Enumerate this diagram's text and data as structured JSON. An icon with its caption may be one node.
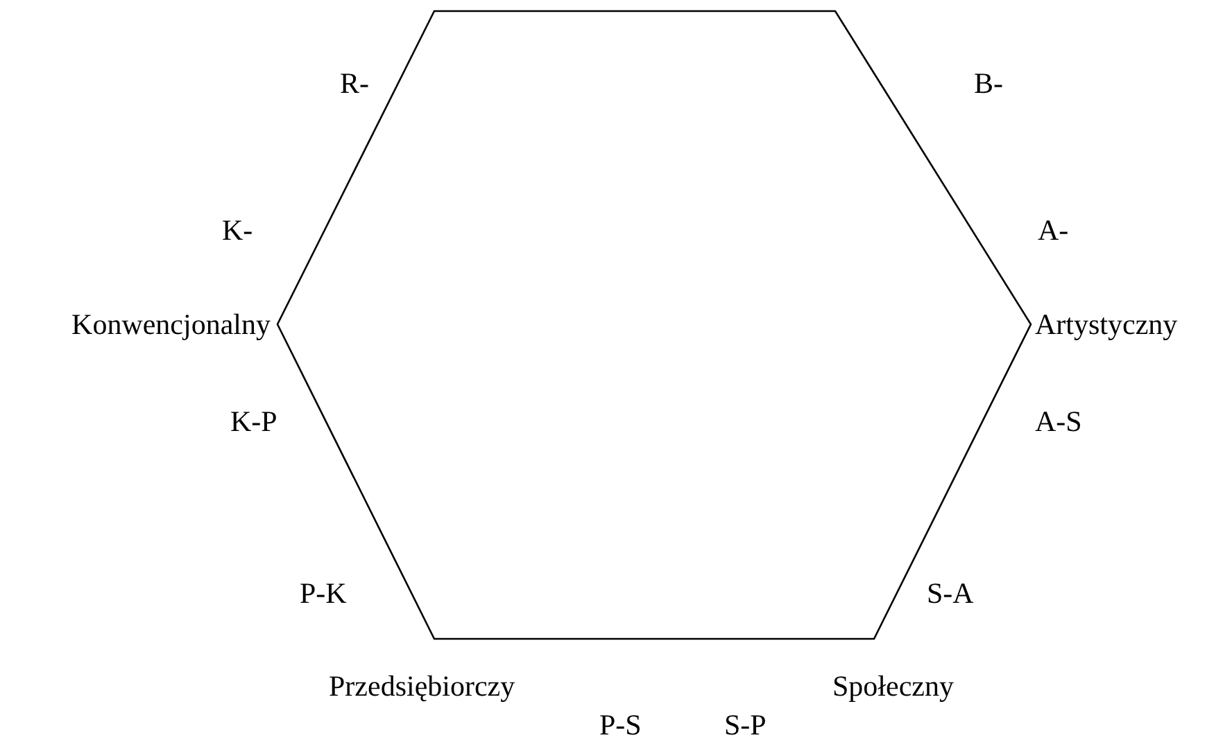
{
  "diagram": {
    "labels": [
      "R-",
      "B-",
      "K-",
      "A-",
      "Konwencjonalny",
      "Artystyczny",
      "K-P",
      "A-S",
      "P-K",
      "S-A",
      "Przedsiębiorczy",
      "Społeczny",
      "P-S",
      "S-P"
    ]
  }
}
